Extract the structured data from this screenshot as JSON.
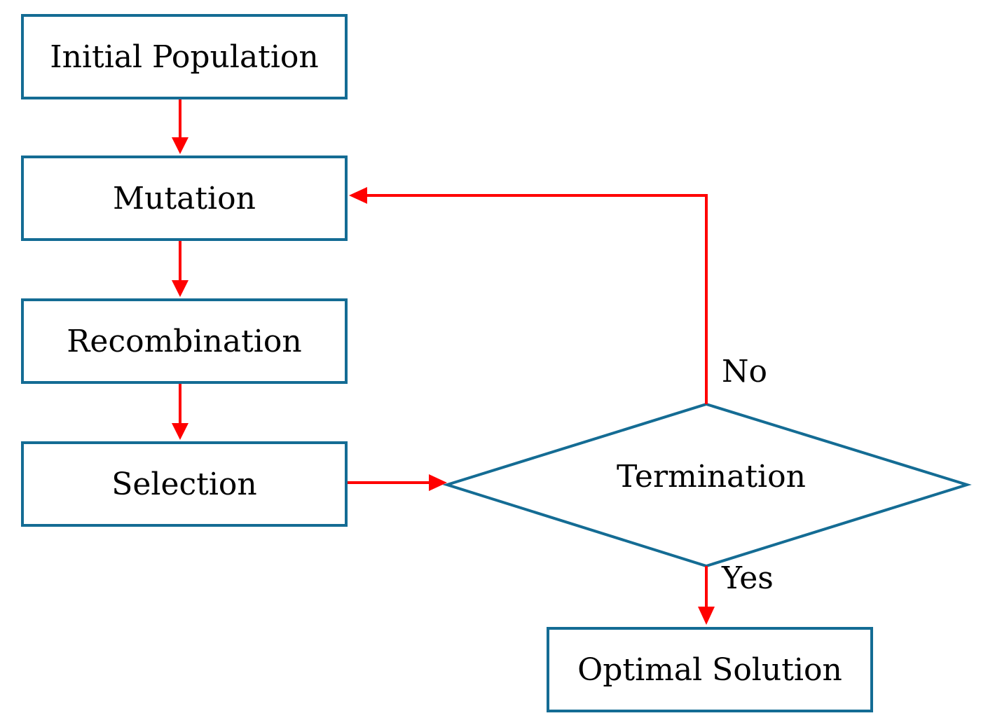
{
  "nodes": {
    "initial_population": "Initial Population",
    "mutation": "Mutation",
    "recombination": "Recombination",
    "selection": "Selection",
    "termination": "Termination",
    "optimal_solution": "Optimal Solution"
  },
  "edges": {
    "no_label": "No",
    "yes_label": "Yes"
  },
  "colors": {
    "node_border": "#146c94",
    "arrow": "#ff0000",
    "text": "#000000",
    "background": "#ffffff"
  }
}
